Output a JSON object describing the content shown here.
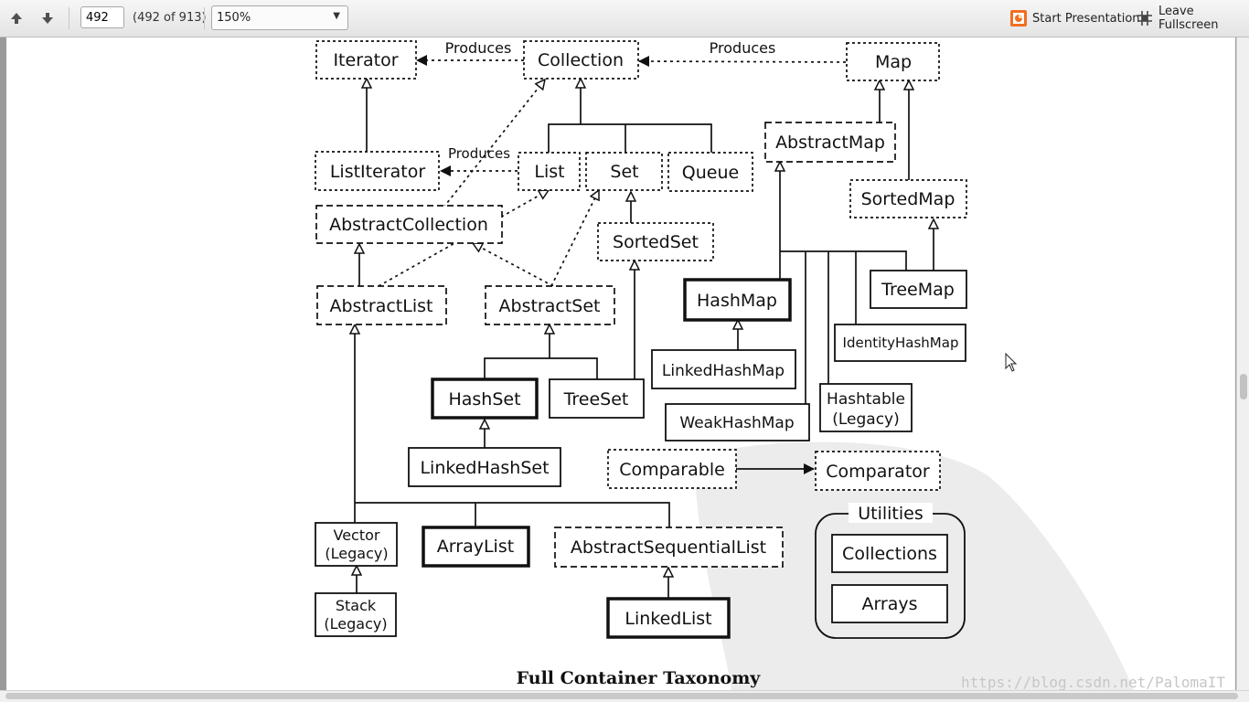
{
  "toolbar": {
    "prev_page_icon": "arrow-up-icon",
    "next_page_icon": "arrow-down-icon",
    "page_number": "492",
    "page_count": "(492 of 913)",
    "zoom": "150%",
    "start_presentation": "Start Presentation",
    "leave_fullscreen": "Leave Fullscreen"
  },
  "diagram": {
    "nodes": {
      "iterator": "Iterator",
      "collection": "Collection",
      "map": "Map",
      "list_iterator": "ListIterator",
      "list": "List",
      "set": "Set",
      "queue": "Queue",
      "abstract_map": "AbstractMap",
      "sorted_map": "SortedMap",
      "abstract_collection": "AbstractCollection",
      "sorted_set": "SortedSet",
      "abstract_list": "AbstractList",
      "abstract_set": "AbstractSet",
      "hash_map": "HashMap",
      "tree_map": "TreeMap",
      "identity_hash_map": "IdentityHashMap",
      "linked_hash_map": "LinkedHashMap",
      "hash_set": "HashSet",
      "tree_set": "TreeSet",
      "weak_hash_map": "WeakHashMap",
      "hashtable_1": "Hashtable",
      "hashtable_2": "(Legacy)",
      "linked_hash_set": "LinkedHashSet",
      "comparable": "Comparable",
      "comparator": "Comparator",
      "vector_1": "Vector",
      "vector_2": "(Legacy)",
      "array_list": "ArrayList",
      "abstract_sequential_list": "AbstractSequentialList",
      "stack_1": "Stack",
      "stack_2": "(Legacy)",
      "linked_list": "LinkedList",
      "utilities": "Utilities",
      "collections": "Collections",
      "arrays": "Arrays"
    },
    "produces_1": "Produces",
    "produces_2": "Produces",
    "produces_3": "Produces",
    "caption": "Full Container Taxonomy",
    "watermark": "https://blog.csdn.net/PalomaIT"
  }
}
